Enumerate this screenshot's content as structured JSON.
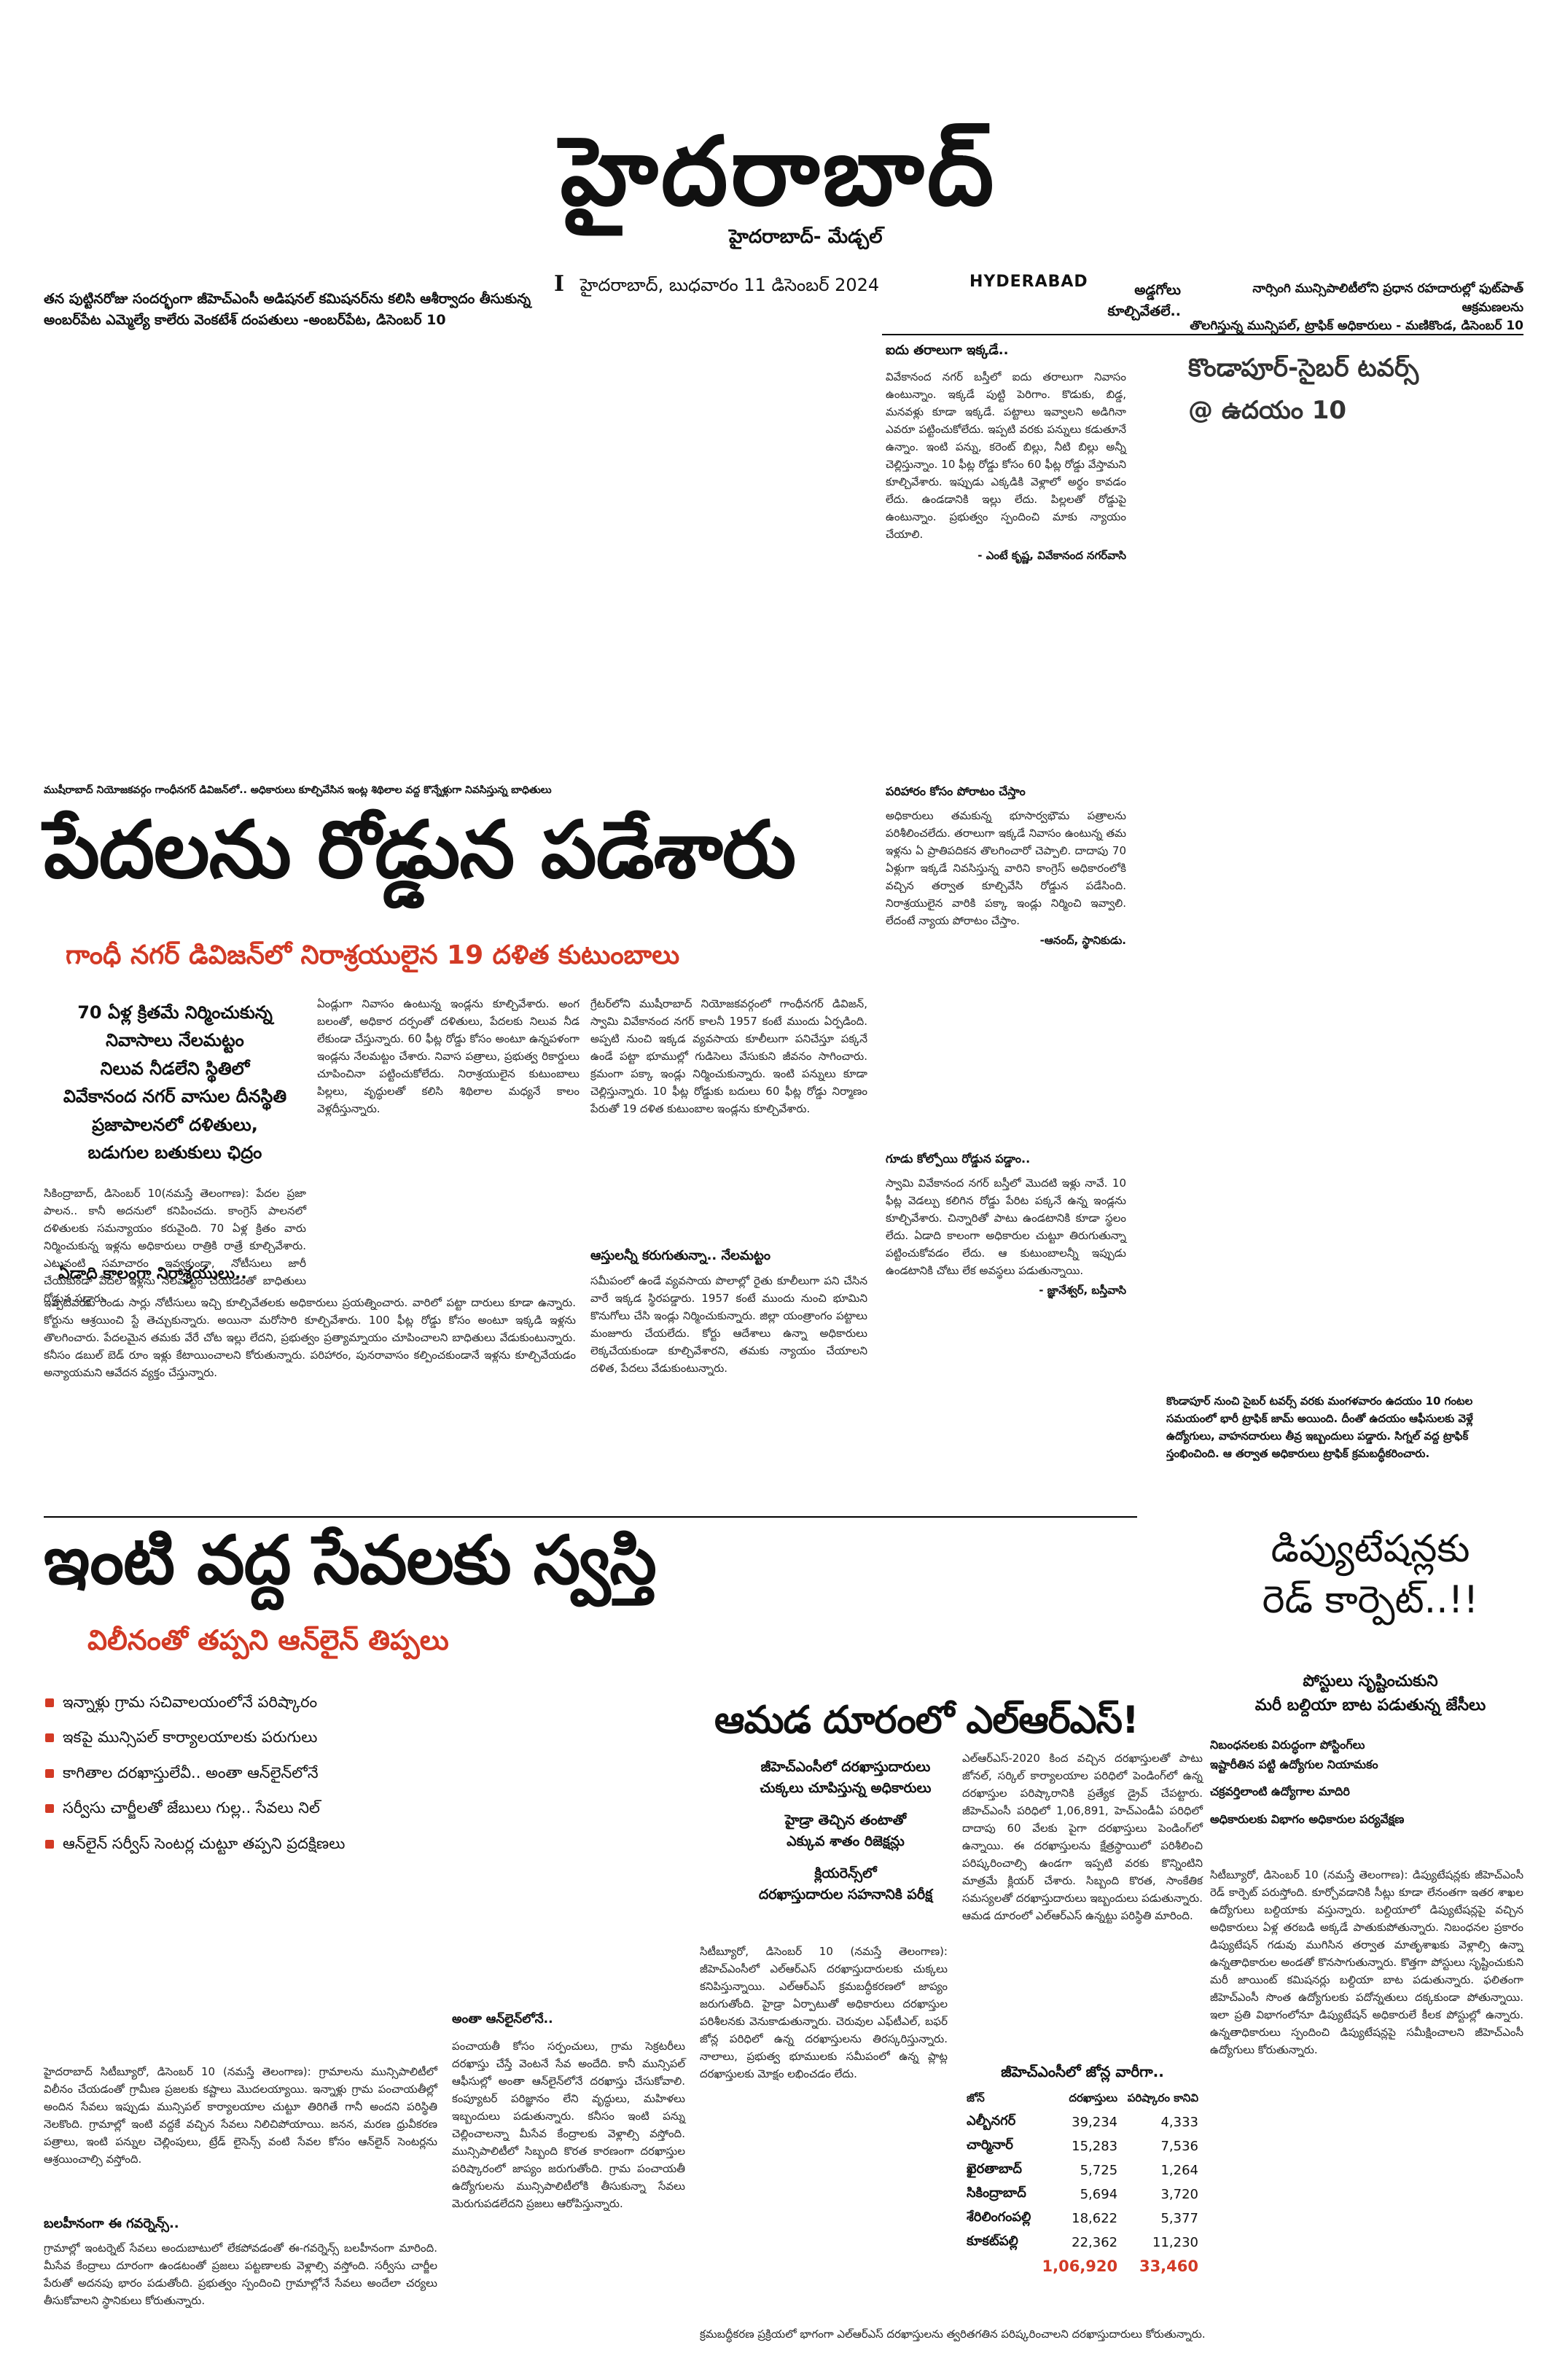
{
  "masthead": {
    "title": "హైదరాబాద్",
    "subtitle": "హైదరాబాద్- మేడ్చల్",
    "page_marker": "I",
    "date": "హైదరాబాద్, బుధవారం 11 డిసెంబర్ 2024",
    "city": "HYDERABAD"
  },
  "top_teasers": {
    "left_line1": "తన పుట్టినరోజు సందర్భంగా జీహెచ్ఎంసీ అడిషనల్ కమిషనర్‌ను కలిసి ఆశీర్వాదం తీసుకున్న",
    "left_line2": "అంబర్‌పేట ఎమ్మెల్యే కాలేరు వెంకటేశ్ దంపతులు  -అంబర్‌పేట, డిసెంబర్ 10",
    "mid_line1": "అడ్డగోలు",
    "mid_line2": "కూల్చివేతలే..",
    "right_line1": "నార్సింగి మున్సిపాలిటీలోని ప్రధాన రహదారుల్లో ఫుట్‌పాత్ ఆక్రమణలను",
    "right_line2": "తొలగిస్తున్న మున్సిపల్, ట్రాఫిక్ అధికారులు  - మణికొండ, డిసెంబర్ 10"
  },
  "kondapur": {
    "line1": "కొండాపూర్-సైబర్ టవర్స్",
    "line2": "@ ఉదయం 10",
    "caption": "కొండాపూర్ నుంచి సైబర్ టవర్స్ వరకు మంగళవారం ఉదయం 10 గంటల సమయంలో భారీ ట్రాఫిక్ జామ్ అయింది. దీంతో ఉదయం ఆఫీసులకు వెళ్లే ఉద్యోగులు, వాహనదారులు తీవ్ర ఇబ్బందులు పడ్డారు. సిగ్నల్ వద్ద ట్రాఫిక్ స్తంభించింది. ఆ తర్వాత అధికారులు ట్రాఫిక్ క్రమబద్ధీకరించారు."
  },
  "story1": {
    "photo_caption": "ముషీరాబాద్ నియోజకవర్గం గాంధీనగర్ డివిజన్‌లో.. అధికారులు కూల్చివేసిన ఇంట్ల శిథిలాల వద్ద కొన్నేళ్లుగా నివసిస్తున్న బాధితులు",
    "sidebar_title": "ఐదు తరాలుగా ఇక్కడే..",
    "sidebar_text": "వివేకానంద నగర్ బస్తీలో ఐదు తరాలుగా నివాసం ఉంటున్నాం. ఇక్కడే పుట్టి పెరిగాం. కొడుకు, బిడ్డ, మనవళ్లు కూడా ఇక్కడే. పట్టాలు ఇవ్వాలని అడిగినా ఎవరూ పట్టించుకోలేదు. ఇప్పటి వరకు పన్నులు కడుతూనే ఉన్నాం. ఇంటి పన్ను, కరెంట్ బిల్లు, నీటి బిల్లు అన్నీ చెల్లిస్తున్నాం. 10 ఫీట్ల రోడ్డు కోసం 60 ఫీట్ల రోడ్డు వేస్తామని కూల్చివేశారు. ఇప్పుడు ఎక్కడికి వెళ్లాలో అర్థం కావడం లేదు. ఉండడానికి ఇల్లు లేదు. పిల్లలతో రోడ్డుపై ఉంటున్నాం. ప్రభుత్వం స్పందించి మాకు న్యాయం చేయాలి.",
    "sidebar_sig": "- ఎంటే కృష్ణ, వివేకానంద నగర్‌వాసి",
    "headline": "పేదలను రోడ్డున పడేశారు",
    "subhead": "గాంధీ నగర్ డివిజన్‌లో నిరాశ్రయులైన 19 దళిత కుటుంబాలు",
    "pull": [
      "70 ఏళ్ల క్రితమే నిర్మించుకున్న",
      "నివాసాలు నేలమట్టం",
      "నిలువ నీడలేని స్థితిలో",
      "వివేకానంద నగర్ వాసుల దీనస్థితి",
      "ప్రజాపాలనలో దళితులు,",
      "బడుగుల బతుకులు ఛిద్రం"
    ],
    "col1": "సికింద్రాబాద్, డిసెంబర్ 10(నమస్తే తెలంగాణ): పేదల ప్రజా పాలన.. కానీ అదనులో కనిపించదు. కాంగ్రెస్ పాలనలో దళితులకు సమన్యాయం కరువైంది. 70 ఏళ్ల క్రితం వారు నిర్మించుకున్న ఇళ్లను అధికారులు రాత్రికి రాత్రే కూల్చివేశారు. ఎటువంటి సమాచారం ఇవ్వకుండా, నోటీసులు జారీ చేయకుండా పేదల ఇళ్లను నేలమట్టం చేయడంతో బాధితులు రోడ్డున పడ్డారు.",
    "col2": "ఏండ్లుగా నివాసం ఉంటున్న ఇండ్లను కూల్చివేశారు. అంగ బలంతో, అధికార దర్పంతో దళితులు, పేదలకు నిలువ నీడ లేకుండా చేస్తున్నారు. 60 ఫీట్ల రోడ్డు కోసం అంటూ ఉన్నపళంగా ఇండ్లను నేలమట్టం చేశారు. నివాస పత్రాలు, ప్రభుత్వ రికార్డులు చూపించినా పట్టించుకోలేదు. నిరాశ్రయులైన కుటుంబాలు పిల్లలు, వృద్ధులతో కలిసి శిథిలాల మధ్యనే కాలం వెళ్లదీస్తున్నారు.",
    "col3": "గ్రేటర్‌లోని ముషీరాబాద్ నియోజకవర్గంలో గాంధీనగర్ డివిజన్, స్వామి వివేకానంద నగర్ కాలనీ 1957 కంటే ముందు ఏర్పడింది. అప్పటి నుంచి ఇక్కడ వ్యవసాయ కూలీలుగా పనిచేస్తూ పక్కనే ఉండే పట్టా భూముల్లో గుడిసెలు వేసుకుని జీవనం సాగించారు. క్రమంగా పక్కా ఇండ్లు నిర్మించుకున్నారు. ఇంటి పన్నులు కూడా చెల్లిస్తున్నారు. 10 ఫీట్ల రోడ్డుకు బదులు 60 ఫీట్ల రోడ్డు నిర్మాణం పేరుతో 19 దళిత కుటుంబాల ఇండ్లను కూల్చివేశారు.",
    "sub1_title": "ఏడాది కాలంగా నిరాశ్రయులు..",
    "sub1_text": "ఇప్పటివరకు రెండు సార్లు నోటీసులు ఇచ్చి కూల్చివేతలకు అధికారులు ప్రయత్నించారు. వారిలో పట్టా దారులు కూడా ఉన్నారు. కోర్టును ఆశ్రయించి స్టే తెచ్చుకున్నారు. అయినా మరోసారి కూల్చివేశారు. 100 ఫీట్ల రోడ్డు కోసం అంటూ ఇక్కడి ఇళ్లను తొలగించారు. పేదలమైన తమకు వేరే చోట ఇల్లు లేదని, ప్రభుత్వం ప్రత్యామ్నాయం చూపించాలని బాధితులు వేడుకుంటున్నారు. కనీసం డబుల్ బెడ్ రూం ఇళ్లు కేటాయించాలని కోరుతున్నారు. పరిహారం, పునరావాసం కల్పించకుండానే ఇళ్లను కూల్చివేయడం అన్యాయమని ఆవేదన వ్యక్తం చేస్తున్నారు.",
    "sub2_title": "ఆస్తులన్నీ కరుగుతున్నా.. నేలమట్టం",
    "sub2_text": "సమీపంలో ఉండే వ్యవసాయ పొలాల్లో రైతు కూలీలుగా పని చేసిన వారే ఇక్కడ స్థిరపడ్డారు. 1957 కంటే ముందు నుంచి భూమిని కొనుగోలు చేసి ఇండ్లు నిర్మించుకున్నారు. జిల్లా యంత్రాంగం పట్టాలు మంజూరు చేయలేదు. కోర్టు ఆదేశాలు ఉన్నా అధికారులు లెక్కచేయకుండా కూల్చివేశారని, తమకు న్యాయం చేయాలని దళిత, పేదలు వేడుకుంటున్నారు.",
    "sidebar2_title": "పరిహారం కోసం పోరాటం చేస్తాం",
    "sidebar2_text": "అధికారులు తమకున్న భూసార్వభౌమ పత్రాలను పరిశీలించలేదు. తరాలుగా ఇక్కడే నివాసం ఉంటున్న తమ ఇళ్లను ఏ ప్రాతిపదికన తొలగించారో చెప్పాలి. దాదాపు 70 ఏళ్లుగా ఇక్కడే నివసిస్తున్న వారిని కాంగ్రెస్ అధికారంలోకి వచ్చిన తర్వాత కూల్చివేసి రోడ్డున పడేసింది. నిరాశ్రయులైన వారికి పక్కా ఇండ్లు నిర్మించి ఇవ్వాలి. లేదంటే న్యాయ పోరాటం చేస్తాం.",
    "sidebar2_sig": "-ఆనంద్, స్థానికుడు.",
    "sidebar3_title": "గూడు కోల్పోయి రోడ్డున పడ్డాం..",
    "sidebar3_text": "స్వామి వివేకానంద నగర్ బస్తీలో మొదటి ఇళ్లు నావే. 10 ఫీట్ల వెడల్పు కలిగిన రోడ్డు పేరిట పక్కనే ఉన్న ఇండ్లను కూల్చివేశారు. చిన్నారితో పాటు ఉండటానికి కూడా స్థలం లేదు. ఏడాది కాలంగా అధికారుల చుట్టూ తిరుగుతున్నా పట్టించుకోవడం లేదు. ఆ కుటుంబాలన్నీ ఇప్పుడు ఉండటానికి చోటు లేక అవస్థలు పడుతున్నాయి.",
    "sidebar3_sig": "- జ్ఞానేశ్వర్, బస్తీవాసి"
  },
  "story2": {
    "headline": "ఇంటి వద్ద సేవలకు స్వస్తి",
    "subhead": "విలీనంతో తప్పని ఆన్‌లైన్ తిప్పలు",
    "bullets": [
      "ఇన్నాళ్లు గ్రామ సచివాలయంలోనే పరిష్కారం",
      "ఇకపై మున్సిపల్ కార్యాలయాలకు పరుగులు",
      "కాగితాల దరఖాస్తులేవీ.. అంతా ఆన్‌లైన్‌లోనే",
      "సర్వీసు చార్జీలతో జేబులు గుల్ల.. సేవలు నిల్",
      "ఆన్‌లైన్ సర్వీస్ సెంటర్ల చుట్టూ తప్పని ప్రదక్షిణలు"
    ],
    "col1": "హైదరాబాద్ సిటీబ్యూరో, డిసెంబర్ 10 (నమస్తే తెలంగాణ): గ్రామాలను మున్సిపాలిటీలో విలీనం చేయడంతో గ్రామీణ ప్రజలకు కష్టాలు మొదలయ్యాయి. ఇన్నాళ్లు గ్రామ పంచాయతీల్లో అందిన సేవలు ఇప్పుడు మున్సిపల్ కార్యాలయాల చుట్టూ తిరిగితే గానీ అందని పరిస్థితి నెలకొంది. గ్రామాల్లో ఇంటి వద్దకే వచ్చిన సేవలు నిలిచిపోయాయి. జనన, మరణ ధ్రువీకరణ పత్రాలు, ఇంటి పన్నుల చెల్లింపులు, ట్రేడ్ లైసెన్స్ వంటి సేవల కోసం ఆన్‌లైన్ సెంటర్లను ఆశ్రయించాల్సి వస్తోంది.",
    "col1_sub": "బలహీనంగా ఈ గవర్నెన్స్..",
    "col1_sub_text": "గ్రామాల్లో ఇంటర్నెట్ సేవలు అందుబాటులో లేకపోవడంతో ఈ-గవర్నెన్స్ బలహీనంగా మారింది. మీసేవ కేంద్రాలు దూరంగా ఉండటంతో ప్రజలు పట్టణాలకు వెళ్లాల్సి వస్తోంది. సర్వీసు చార్జీల పేరుతో అదనపు భారం పడుతోంది. ప్రభుత్వం స్పందించి గ్రామాల్లోనే సేవలు అందేలా చర్యలు తీసుకోవాలని స్థానికులు కోరుతున్నారు.",
    "col2_sub": "అంతా ఆన్‌లైన్‌లోనే..",
    "col2": "పంచాయతీ కోసం సర్పంచులు, గ్రామ సెక్రటరీలు దరఖాస్తు చేస్తే వెంటనే సేవ అందేది. కానీ మున్సిపల్ ఆఫీసుల్లో అంతా ఆన్‌లైన్‌లోనే దరఖాస్తు చేసుకోవాలి. కంప్యూటర్ పరిజ్ఞానం లేని వృద్ధులు, మహిళలు ఇబ్బందులు పడుతున్నారు. కనీసం ఇంటి పన్ను చెల్లించాలన్నా మీసేవ కేంద్రాలకు వెళ్లాల్సి వస్తోంది. మున్సిపాలిటీలో సిబ్బంది కొరత కారణంగా దరఖాస్తుల పరిష్కారంలో జాప్యం జరుగుతోంది. గ్రామ పంచాయతీ ఉద్యోగులను మున్సిపాలిటీలోకి తీసుకున్నా సేవలు మెరుగుపడలేదని ప్రజలు ఆరోపిస్తున్నారు."
  },
  "story3": {
    "headline": "ఆమడ దూరంలో ఎల్‌ఆర్‌ఎస్!",
    "intro": [
      "జీహెచ్ఎంసీలో దరఖాస్తుదారులు",
      "చుక్కలు చూపిస్తున్న అధికారులు",
      "హైడ్రా తెచ్చిన తంటాతో",
      "ఎక్కువ శాతం రిజెక్షన్లు",
      "క్లియరెన్స్‌లో",
      "దరఖాస్తుదారుల సహనానికి పరీక్ష"
    ],
    "col1": "సిటీబ్యూరో, డిసెంబర్ 10 (నమస్తే తెలంగాణ): జీహెచ్ఎంసీలో ఎల్ఆర్ఎస్ దరఖాస్తుదారులకు చుక్కలు కనిపిస్తున్నాయి. ఎల్ఆర్ఎస్ క్రమబద్ధీకరణలో జాప్యం జరుగుతోంది. హైడ్రా ఏర్పాటుతో అధికారులు దరఖాస్తుల పరిశీలనకు వెనుకాడుతున్నారు. చెరువుల ఎఫ్‌టీఎల్, బఫర్ జోన్ల పరిధిలో ఉన్న దరఖాస్తులను తిరస్కరిస్తున్నారు. నాలాలు, ప్రభుత్వ భూములకు సమీపంలో ఉన్న ప్లాట్ల దరఖాస్తులకు మోక్షం లభించడం లేదు.",
    "col2": "ఎల్ఆర్ఎస్-2020 కింద వచ్చిన దరఖాస్తులతో పాటు జోనల్, సర్కిల్ కార్యాలయాల పరిధిలో పెండింగ్‌లో ఉన్న దరఖాస్తుల పరిష్కారానికి ప్రత్యేక డ్రైవ్ చేపట్టారు. జీహెచ్ఎంసీ పరిధిలో 1,06,891, హెచ్ఎండీఏ పరిధిలో దాదాపు 60 వేలకు పైగా దరఖాస్తులు పెండింగ్‌లో ఉన్నాయి. ఈ దరఖాస్తులను క్షేత్రస్థాయిలో పరిశీలించి పరిష్కరించాల్సి ఉండగా ఇప్పటి వరకు కొన్నింటిని మాత్రమే క్లియర్ చేశారు. సిబ్బంది కొరత, సాంకేతిక సమస్యలతో దరఖాస్తుదారులు ఇబ్బందులు పడుతున్నారు. ఆమడ దూరంలో ఎల్ఆర్ఎస్ ఉన్నట్టు పరిస్థితి మారింది.",
    "table_title": "జీహెచ్ఎంసీలో జోన్ల వారీగా..",
    "table_headers": [
      "జోన్",
      "దరఖాస్తులు",
      "పరిష్కారం కానివి"
    ],
    "table_rows": [
      [
        "ఎల్బీనగర్",
        "39,234",
        "4,333"
      ],
      [
        "చార్మినార్",
        "15,283",
        "7,536"
      ],
      [
        "ఖైరతాబాద్",
        "5,725",
        "1,264"
      ],
      [
        "సికింద్రాబాద్",
        "5,694",
        "3,720"
      ],
      [
        "శేరిలింగంపల్లి",
        "18,622",
        "5,377"
      ],
      [
        "కూకట్‌పల్లి",
        "22,362",
        "11,230"
      ]
    ],
    "table_total": [
      "1,06,920",
      "33,460"
    ],
    "tail": "క్రమబద్ధీకరణ ప్రక్రియలో భాగంగా ఎల్ఆర్ఎస్ దరఖాస్తులను త్వరితగతిన పరిష్కరించాలని దరఖాస్తుదారులు కోరుతున్నారు."
  },
  "story4": {
    "headline1": "డిప్యుటేషన్లకు",
    "headline2": "రెడ్ కార్పెట్..!!",
    "intro": [
      "పోస్టులు సృష్టించుకుని",
      "మరీ బల్దియా బాట పడుతున్న జేసీలు"
    ],
    "bullets": [
      "నిబంధనలకు విరుద్ధంగా పోస్టింగ్‌లు",
      "ఇష్టారీతిన పట్టి ఉద్యోగుల నియామకం",
      "చక్రవర్తిలాంటి ఉద్యోగాల మాదిరి",
      "అధికారులకు విభాగం అధికారుల పర్యవేక్షణ"
    ],
    "col": "సిటీబ్యూరో, డిసెంబర్ 10 (నమస్తే తెలంగాణ): డిప్యుటేషన్లకు జీహెచ్ఎంసీ రెడ్ కార్పెట్ పరుస్తోంది. కూర్చోవడానికి సీట్లు కూడా లేనంతగా ఇతర శాఖల ఉద్యోగులు బల్దియాకు వస్తున్నారు. బల్దియాలో డిప్యుటేషన్లపై వచ్చిన అధికారులు ఏళ్ల తరబడి అక్కడే పాతుకుపోతున్నారు. నిబంధనల ప్రకారం డిప్యుటేషన్ గడువు ముగిసిన తర్వాత మాతృశాఖకు వెళ్లాల్సి ఉన్నా ఉన్నతాధికారుల అండతో కొనసాగుతున్నారు. కొత్తగా పోస్టులు సృష్టించుకుని మరీ జాయింట్ కమిషనర్లు బల్దియా బాట పడుతున్నారు. ఫలితంగా జీహెచ్ఎంసీ సొంత ఉద్యోగులకు పదోన్నతులు దక్కకుండా పోతున్నాయి. ఇలా ప్రతి విభాగంలోనూ డిప్యుటేషన్ అధికారులే కీలక పోస్టుల్లో ఉన్నారు. ఉన్నతాధికారులు స్పందించి డిప్యుటేషన్లపై సమీక్షించాలని జీహెచ్ఎంసీ ఉద్యోగులు కోరుతున్నారు."
  }
}
